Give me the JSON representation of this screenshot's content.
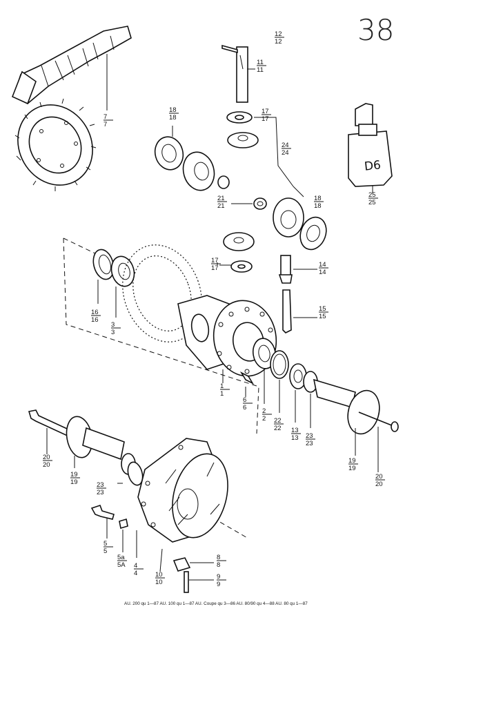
{
  "page_number": "38",
  "callouts": [
    {
      "id": "c12",
      "top": "12",
      "bottom": "12"
    },
    {
      "id": "c11",
      "top": "11",
      "bottom": "11"
    },
    {
      "id": "c18a",
      "top": "18",
      "bottom": "18"
    },
    {
      "id": "c17a",
      "top": "17",
      "bottom": "17"
    },
    {
      "id": "c24",
      "top": "24",
      "bottom": "24"
    },
    {
      "id": "c7",
      "top": "7",
      "bottom": "7"
    },
    {
      "id": "c21",
      "top": "21",
      "bottom": "21"
    },
    {
      "id": "c18b",
      "top": "18",
      "bottom": "18"
    },
    {
      "id": "c25",
      "top": "25",
      "bottom": "25"
    },
    {
      "id": "c17b",
      "top": "17",
      "bottom": "17"
    },
    {
      "id": "c14",
      "top": "14",
      "bottom": "14"
    },
    {
      "id": "c16",
      "top": "16",
      "bottom": "16"
    },
    {
      "id": "c3",
      "top": "3",
      "bottom": "3"
    },
    {
      "id": "c15",
      "top": "15",
      "bottom": "15"
    },
    {
      "id": "c1",
      "top": "1",
      "bottom": "1"
    },
    {
      "id": "c6",
      "top": "6",
      "bottom": "6"
    },
    {
      "id": "c2",
      "top": "2",
      "bottom": "2"
    },
    {
      "id": "c22",
      "top": "22",
      "bottom": "22"
    },
    {
      "id": "c13",
      "top": "13",
      "bottom": "13"
    },
    {
      "id": "c23a",
      "top": "23",
      "bottom": "23"
    },
    {
      "id": "c20a",
      "top": "20",
      "bottom": "20"
    },
    {
      "id": "c19a",
      "top": "19",
      "bottom": "19"
    },
    {
      "id": "c23b",
      "top": "23",
      "bottom": "23"
    },
    {
      "id": "c19b",
      "top": "19",
      "bottom": "19"
    },
    {
      "id": "c20b",
      "top": "20",
      "bottom": "20"
    },
    {
      "id": "c5",
      "top": "5",
      "bottom": "5"
    },
    {
      "id": "c5a",
      "top": "5a",
      "bottom": "5A"
    },
    {
      "id": "c4",
      "top": "4",
      "bottom": "4"
    },
    {
      "id": "c10",
      "top": "10",
      "bottom": "10"
    },
    {
      "id": "c8",
      "top": "8",
      "bottom": "8"
    },
    {
      "id": "c9",
      "top": "9",
      "bottom": "9"
    }
  ],
  "oil_can_label": "D6",
  "footer": "AU. 200 qu 1—87    AU. 100 qu 1—87    AU. Coupe qu 3—86    AU. 80/90 qu 4—88    AU. 80 qu 1—87"
}
